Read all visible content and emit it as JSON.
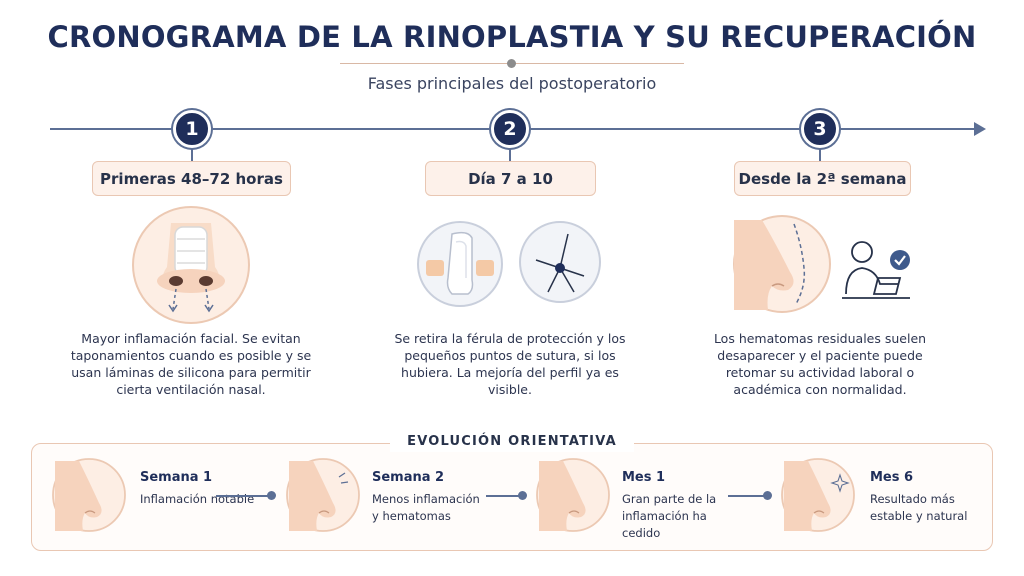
{
  "title": "CRONOGRAMA DE LA RINOPLASTIA Y SU RECUPERACIÓN",
  "subtitle": "Fases principales del postoperatorio",
  "colors": {
    "navy": "#1f2e5a",
    "line": "#5c6f95",
    "peach_fill": "#fdf1ea",
    "peach_border": "#e9c7b3"
  },
  "phases": [
    {
      "number": "1",
      "label": "Primeras 48–72 horas",
      "description": "Mayor inflamación facial. Se evitan taponamientos cuando es posible y se usan láminas de silicona para permitir cierta ventilación nasal.",
      "icons": [
        "nose-bandage-icon"
      ]
    },
    {
      "number": "2",
      "label": "Día 7 a 10",
      "description": "Se retira la férula de protección y los pequeños puntos de sutura, si los hubiera. La mejoría del perfil ya es visible.",
      "icons": [
        "nasal-splint-icon",
        "suture-icon"
      ]
    },
    {
      "number": "3",
      "label": "Desde la 2ª semana",
      "description": "Los hematomas residuales suelen desaparecer y el paciente puede retomar su actividad laboral o académica con normalidad.",
      "icons": [
        "nose-profile-icon",
        "person-laptop-icon"
      ]
    }
  ],
  "evolution": {
    "title": "EVOLUCIÓN ORIENTATIVA",
    "stages": [
      {
        "label": "Semana 1",
        "description": "Inflamación notable",
        "icon": "face-profile-icon"
      },
      {
        "label": "Semana 2",
        "description": "Menos inflamación y hematomas",
        "icon": "face-profile-icon"
      },
      {
        "label": "Mes 1",
        "description": "Gran parte de la inflamación ha cedido",
        "icon": "face-profile-icon"
      },
      {
        "label": "Mes 6",
        "description": "Resultado más estable y natural",
        "icon": "face-profile-sparkle-icon"
      }
    ]
  }
}
